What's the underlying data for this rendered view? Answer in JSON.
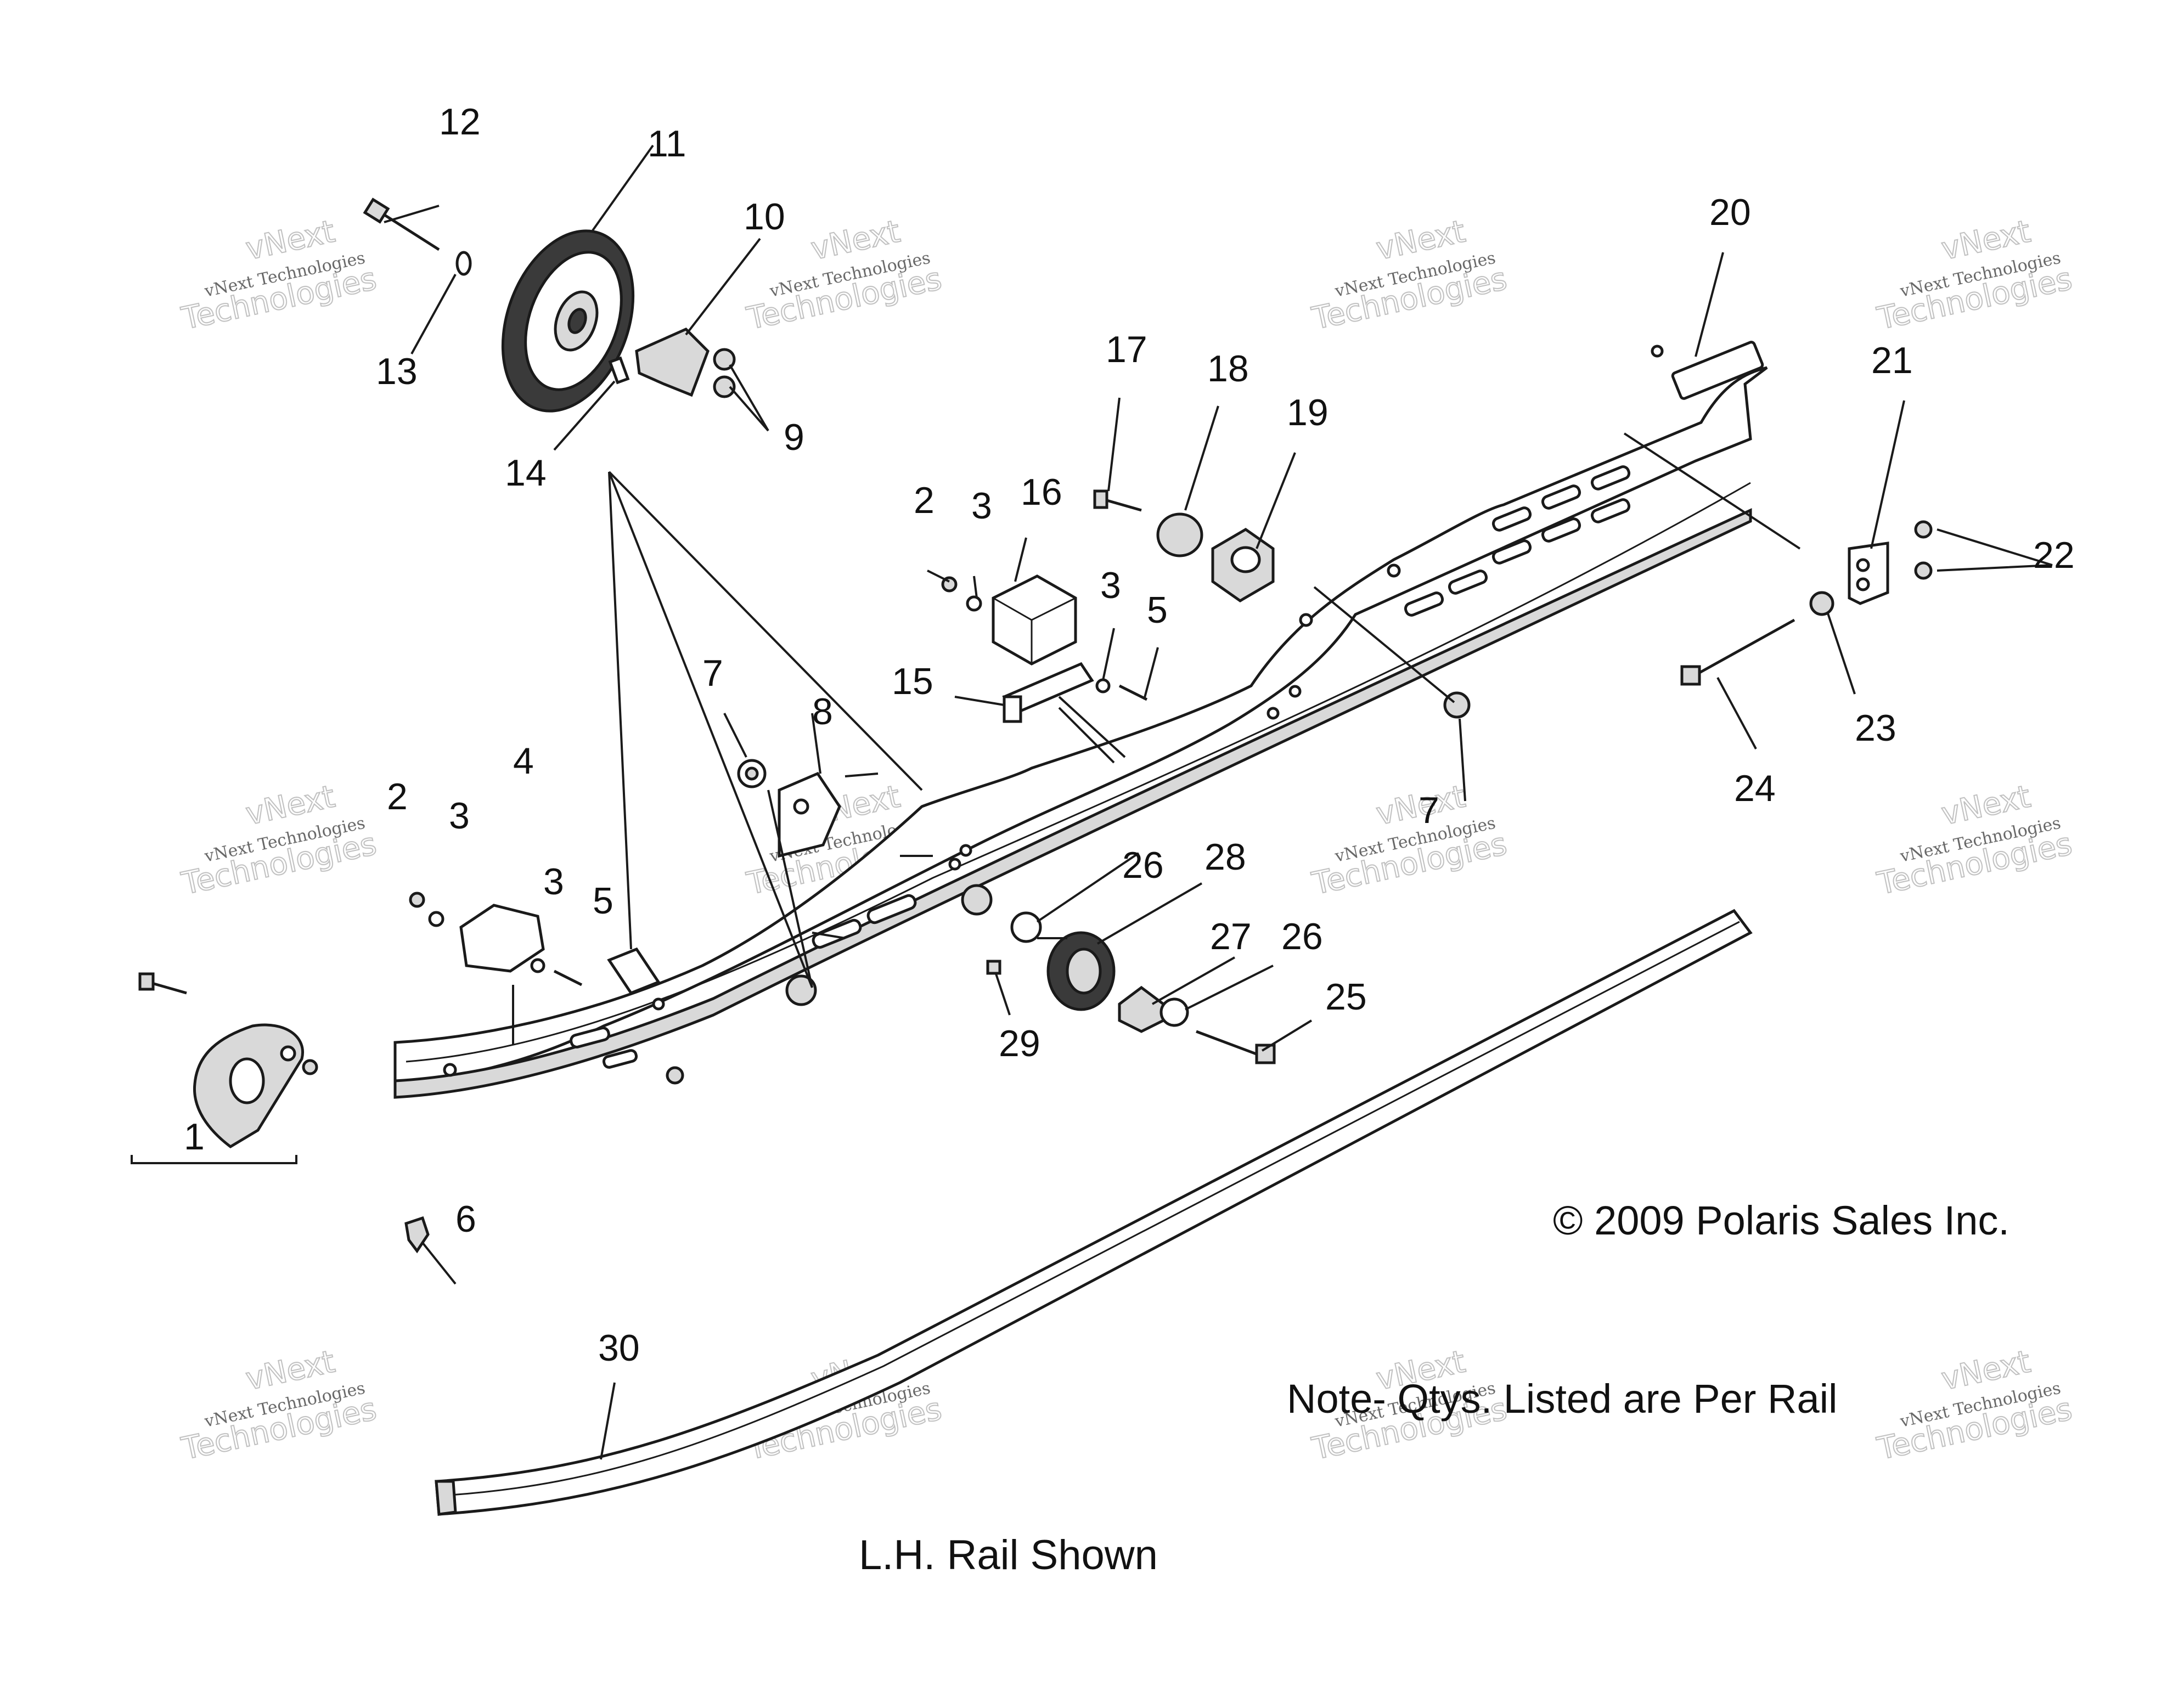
{
  "callouts": [
    "1",
    "2",
    "3",
    "4",
    "3",
    "5",
    "6",
    "7",
    "8",
    "9",
    "10",
    "11",
    "12",
    "13",
    "14",
    "15",
    "16",
    "2",
    "3",
    "17",
    "18",
    "19",
    "3",
    "5",
    "20",
    "21",
    "22",
    "23",
    "24",
    "7",
    "26",
    "28",
    "27",
    "26",
    "25",
    "29",
    "30"
  ],
  "copyright": "© 2009 Polaris Sales Inc.",
  "note": "Note- Qtys. Listed are Per Rail",
  "caption": "L.H. Rail Shown",
  "watermark": {
    "line1": "vNext",
    "line2": "vNext Technologies",
    "line3": "Technologies"
  }
}
